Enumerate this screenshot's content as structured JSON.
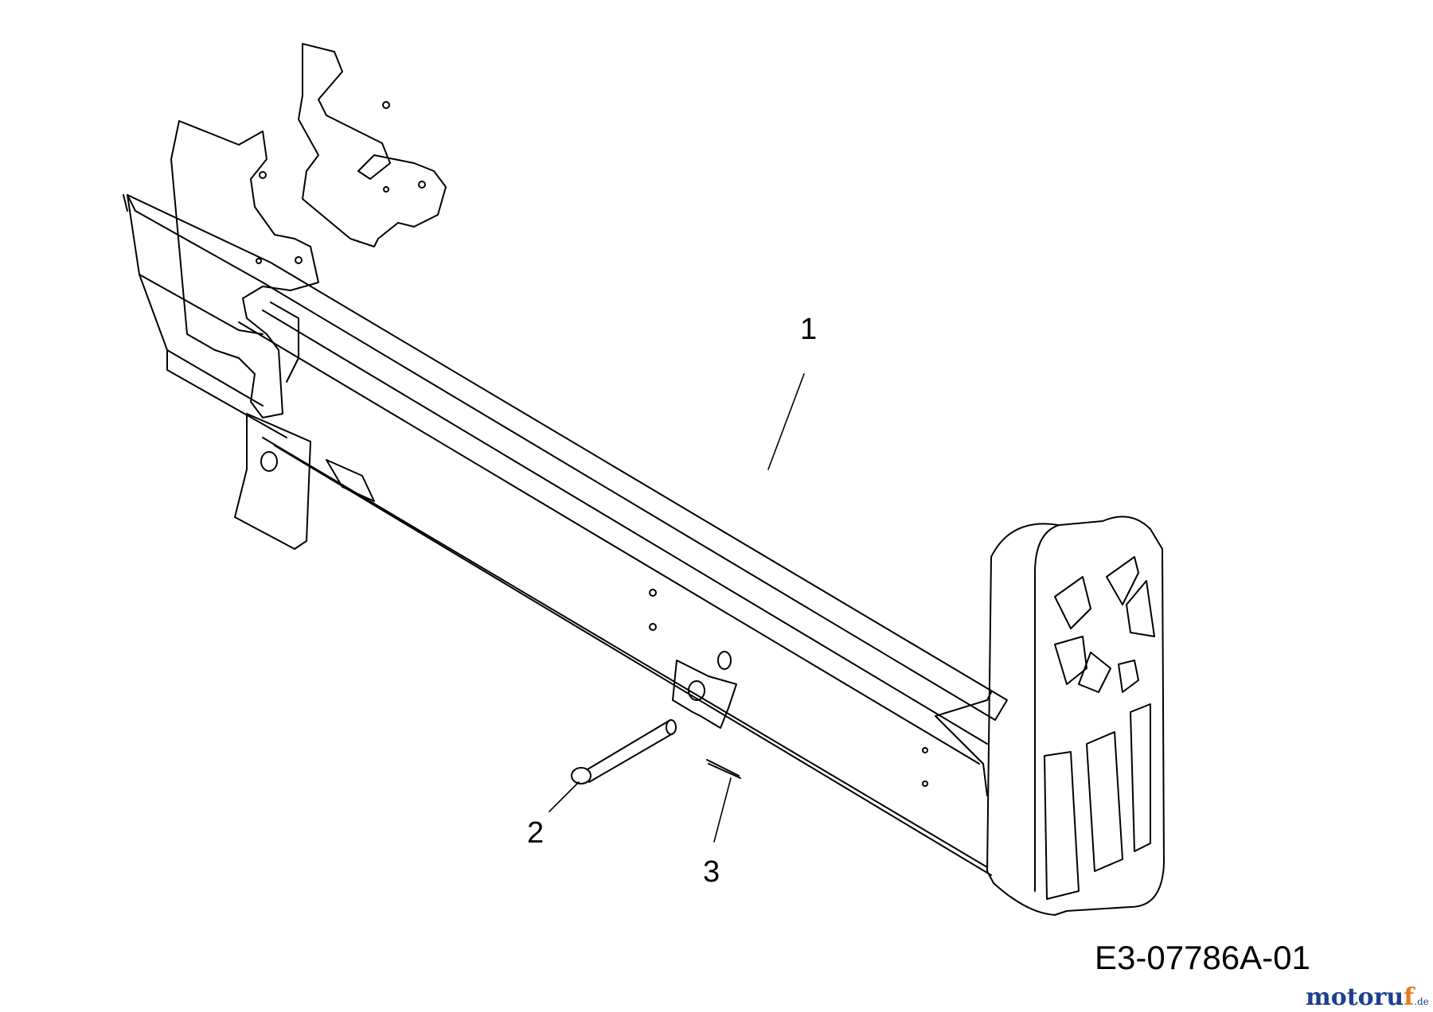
{
  "diagram": {
    "callouts": [
      {
        "number": "1"
      },
      {
        "number": "2"
      },
      {
        "number": "3"
      }
    ],
    "drawing_code": "E3-07786A-01",
    "watermark": {
      "brand_main": "motoru",
      "brand_accent": "f",
      "tld": ".de"
    },
    "colors": {
      "line": "#000000",
      "background": "#ffffff",
      "watermark_blue": "#1f3f8f",
      "watermark_orange": "#e27b1a"
    }
  }
}
